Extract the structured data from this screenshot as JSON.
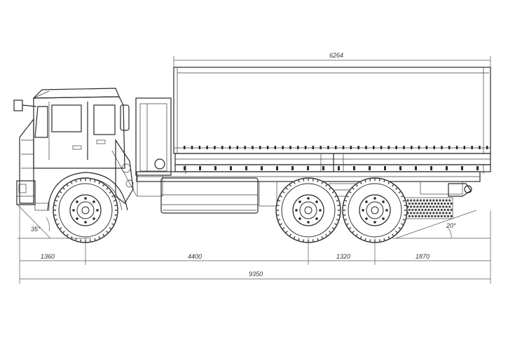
{
  "drawing": {
    "title": "Truck side view technical drawing",
    "dimensions": {
      "body_length": "6264",
      "front_overhang": "1360",
      "wheelbase_front_mid": "4400",
      "rear_axle_spacing": "1320",
      "rear_overhang": "1870",
      "overall_length": "9350",
      "approach_angle": "35°",
      "departure_angle": "20°"
    }
  }
}
